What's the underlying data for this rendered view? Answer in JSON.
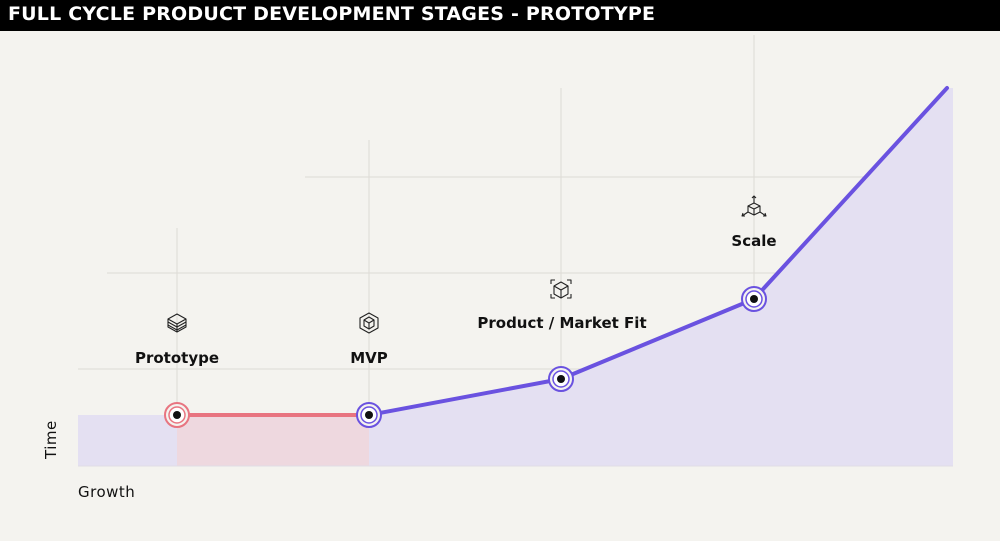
{
  "header": {
    "title": "FULL CYCLE PRODUCT DEVELOPMENT STAGES - PROTOTYPE",
    "background": "#000000",
    "color": "#ffffff"
  },
  "axes": {
    "x_label": "Growth",
    "y_label": "Time"
  },
  "colors": {
    "background": "#f4f3ef",
    "active_line": "#e87480",
    "active_fill": "#f0d6dc",
    "line": "#6a52e0",
    "fill": "#e4e0f2",
    "grid": "#dddbd6",
    "marker_center": "#111111"
  },
  "stages": [
    {
      "label": "Prototype",
      "icon": "layers-cube-icon",
      "state": "current"
    },
    {
      "label": "MVP",
      "icon": "hexagon-cube-icon",
      "state": "upcoming"
    },
    {
      "label": "Product / Market Fit",
      "icon": "framed-cube-icon",
      "state": "upcoming"
    },
    {
      "label": "Scale",
      "icon": "expanding-cube-icon",
      "state": "upcoming"
    }
  ]
}
